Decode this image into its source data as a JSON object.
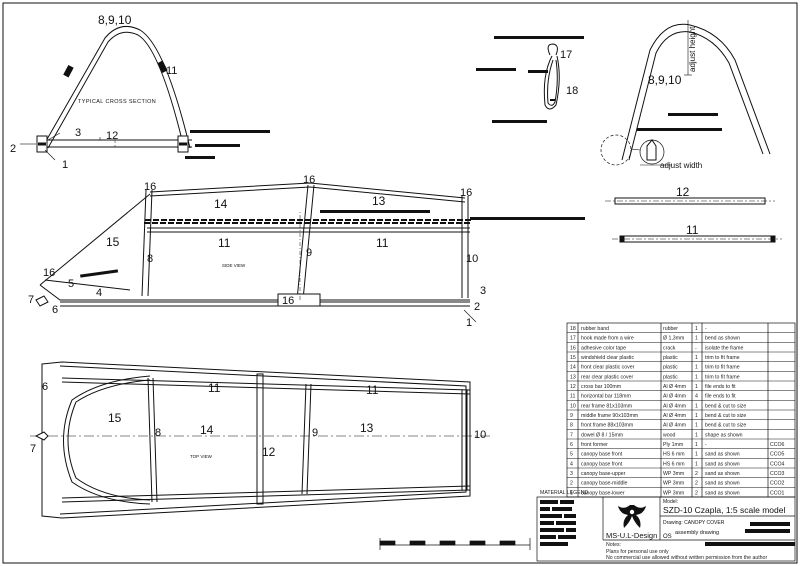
{
  "drawing": {
    "typical_cross_section_label": "TYPICAL CROSS SECTION",
    "side_view_label": "SIDE VIEW",
    "top_view_label": "TOP VIEW",
    "adjust_height_label": "adjust height",
    "adjust_width_label": "adjust width",
    "material_legend_label": "MATERIAL LEGEND"
  },
  "callouts": {
    "n1": "1",
    "n2": "2",
    "n3": "3",
    "n4": "4",
    "n5": "5",
    "n6": "6",
    "n7": "7",
    "n8": "8",
    "n9": "9",
    "n10": "10",
    "n11": "11",
    "n12": "12",
    "n13": "13",
    "n14": "14",
    "n15": "15",
    "n16": "16",
    "n17": "17",
    "n18": "18",
    "frames": "8,9,10"
  },
  "parts": [
    {
      "no": "18",
      "name": "rubber band",
      "mat": "rubber",
      "qty": "1",
      "note": "-",
      "code": ""
    },
    {
      "no": "17",
      "name": "hook made from a wire",
      "mat": "Ø 1,3mm",
      "qty": "1",
      "note": "bend as shown",
      "code": ""
    },
    {
      "no": "16",
      "name": "adhesive color tape",
      "mat": "crack",
      "qty": "-",
      "note": "isolate the frame",
      "code": ""
    },
    {
      "no": "15",
      "name": "windshield clear plastic",
      "mat": "plastic",
      "qty": "1",
      "note": "trim to fit frame",
      "code": ""
    },
    {
      "no": "14",
      "name": "front clear plastic cover",
      "mat": "plastic",
      "qty": "1",
      "note": "trim to fit frame",
      "code": ""
    },
    {
      "no": "13",
      "name": "rear clear plastic cover",
      "mat": "plastic",
      "qty": "1",
      "note": "trim to fit frame",
      "code": ""
    },
    {
      "no": "12",
      "name": "cross bar 100mm",
      "mat": "Al Ø 4mm",
      "qty": "1",
      "note": "file ends to fit",
      "code": ""
    },
    {
      "no": "11",
      "name": "horizontal bar 118mm",
      "mat": "Al Ø 4mm",
      "qty": "4",
      "note": "file ends to fit",
      "code": ""
    },
    {
      "no": "10",
      "name": "rear frame 81x103mm",
      "mat": "Al Ø 4mm",
      "qty": "1",
      "note": "bend & cut to size",
      "code": ""
    },
    {
      "no": "9",
      "name": "middle frame 90x103mm",
      "mat": "Al Ø 4mm",
      "qty": "1",
      "note": "bend & cut to size",
      "code": ""
    },
    {
      "no": "8",
      "name": "front frame 88x103mm",
      "mat": "Al Ø 4mm",
      "qty": "1",
      "note": "bend & cut to size",
      "code": ""
    },
    {
      "no": "7",
      "name": "dowel Ø 8 / 15mm",
      "mat": "wood",
      "qty": "1",
      "note": "shape as shown",
      "code": ""
    },
    {
      "no": "6",
      "name": "front former",
      "mat": "Ply 1mm",
      "qty": "1",
      "note": "-",
      "code": "CCO6"
    },
    {
      "no": "5",
      "name": "canopy base front",
      "mat": "HS 6 mm",
      "qty": "1",
      "note": "sand as shown",
      "code": "CCO5"
    },
    {
      "no": "4",
      "name": "canopy base front",
      "mat": "HS 6 mm",
      "qty": "1",
      "note": "sand as shown",
      "code": "CCO4"
    },
    {
      "no": "3",
      "name": "canopy base-upper",
      "mat": "WP 3mm",
      "qty": "2",
      "note": "sand as shown",
      "code": "CCO3"
    },
    {
      "no": "2",
      "name": "canopy base-middle",
      "mat": "WP 3mm",
      "qty": "2",
      "note": "sand as shown",
      "code": "CCO2"
    },
    {
      "no": "1",
      "name": "canopy base-lower",
      "mat": "WP 3mm",
      "qty": "2",
      "note": "sand as shown",
      "code": "CCO1"
    }
  ],
  "title_block": {
    "model_label": "Model:",
    "model_value": "SZD-10  Czapla, 1:5 scale model",
    "drawing_label": "Drawing: CANOPY COVER",
    "drawing_value": "assembly drawing",
    "designer": "MS-U.L-Design",
    "os_label": "OS",
    "notes_label": "Notes:",
    "note_line1": "Plans for personal use only",
    "note_line2": "No commercial use allowed without written permission from the author"
  },
  "colors": {
    "line": "#111111",
    "fill": "#ffffff",
    "grid": "#dddddd"
  }
}
